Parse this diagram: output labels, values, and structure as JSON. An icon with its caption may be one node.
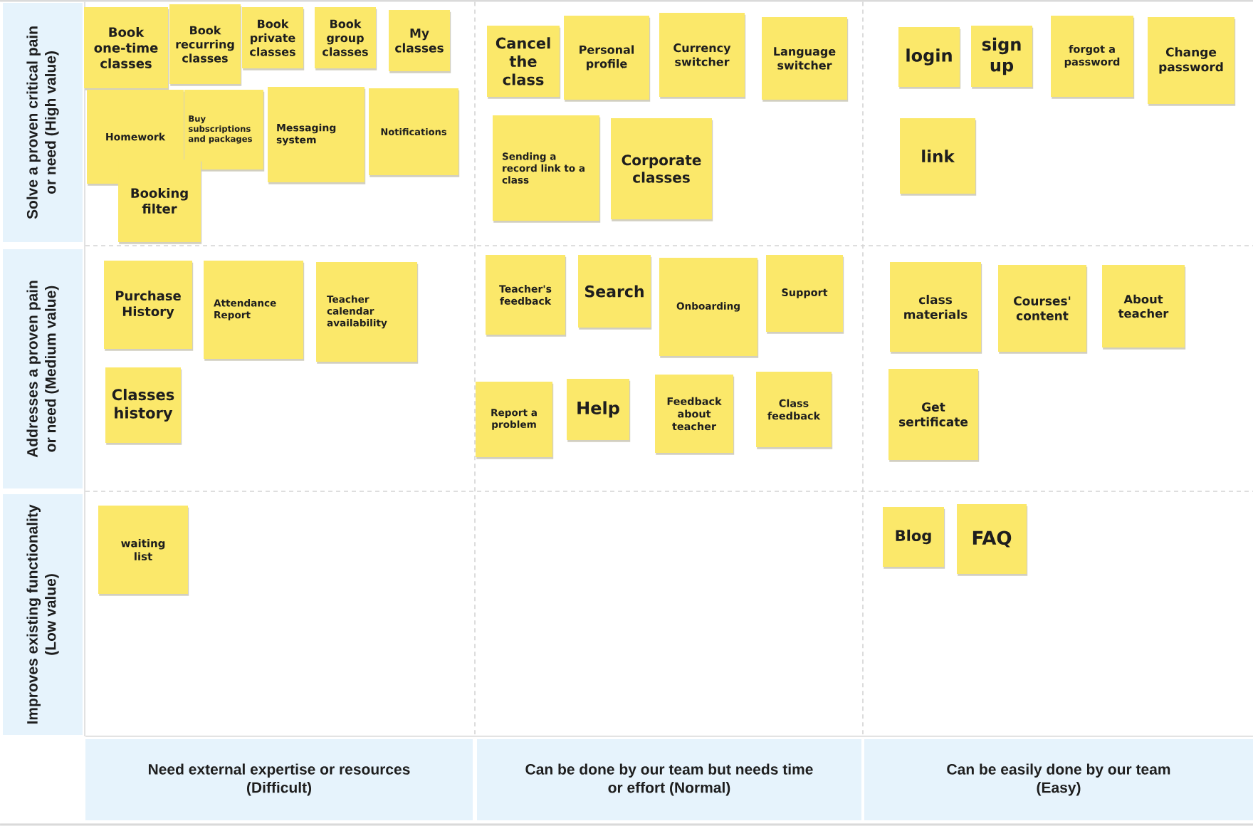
{
  "diagram": {
    "nodes": [
      {
        "text": [
          "Solve a proven critical pain or need (High value)"
        ]
      },
      {
        "text": [
          "Book one-time classes"
        ]
      },
      {
        "text": [
          "Book recurring classes"
        ]
      },
      {
        "text": [
          "Book private classes"
        ]
      },
      {
        "text": [
          "Book group classes"
        ]
      },
      {
        "text": [
          "My classes"
        ]
      },
      {
        "text": [
          "Homework"
        ]
      },
      {
        "text": [
          "Buy subscriptions and packages"
        ]
      },
      {
        "text": [
          "Messaging system"
        ]
      },
      {
        "text": [
          "Notifications"
        ]
      },
      {
        "text": [
          "Booking filter"
        ]
      },
      {
        "text": [
          "Cancel the class"
        ]
      },
      {
        "text": [
          "Personal profile"
        ]
      },
      {
        "text": [
          "Currency switcher"
        ]
      },
      {
        "text": [
          "Language switcher"
        ]
      },
      {
        "text": [
          "Sending a record link to a class"
        ]
      },
      {
        "text": [
          "Corporate classes"
        ]
      },
      {
        "text": [
          "login"
        ]
      },
      {
        "text": [
          "sign up"
        ]
      },
      {
        "text": [
          "forgot a password"
        ]
      },
      {
        "text": [
          "Change password"
        ]
      },
      {
        "text": [
          "link"
        ]
      },
      {
        "text": [
          "Addresses a proven pain or need (Medium value)"
        ]
      },
      {
        "text": [
          "Purchase History"
        ]
      },
      {
        "text": [
          "Attendance Report"
        ]
      },
      {
        "text": [
          "Teacher calendar availability"
        ]
      },
      {
        "text": [
          "Classes history"
        ]
      },
      {
        "text": [
          "Teacher's feedback"
        ]
      },
      {
        "text": [
          "Search"
        ]
      },
      {
        "text": [
          "Onboarding"
        ]
      },
      {
        "text": [
          "Support"
        ]
      },
      {
        "text": [
          "Report a problem"
        ]
      },
      {
        "text": [
          "Help"
        ]
      },
      {
        "text": [
          "Feedback about teacher"
        ]
      },
      {
        "text": [
          "Class feedback"
        ]
      },
      {
        "text": [
          "class materials"
        ]
      },
      {
        "text": [
          "Courses' content"
        ]
      },
      {
        "text": [
          "About teacher"
        ]
      },
      {
        "text": [
          "Get sertificate"
        ]
      },
      {
        "text": [
          "Improves existing functionality (Low value)"
        ]
      },
      {
        "text": [
          "waiting list"
        ]
      },
      {
        "text": [
          "Blog"
        ]
      },
      {
        "text": [
          "FAQ"
        ]
      },
      {
        "text": [
          "Need external expertise or resources (Difficult)"
        ]
      },
      {
        "text": [
          "Can be done by our team but needs time or effort (Normal)"
        ]
      },
      {
        "text": [
          "Can be easily done by our team (Easy)"
        ]
      }
    ]
  }
}
